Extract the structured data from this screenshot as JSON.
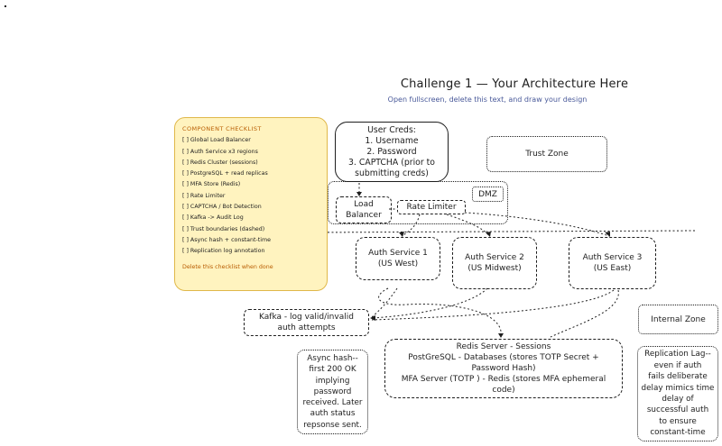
{
  "title": "Challenge 1 — Your Architecture Here",
  "subtitle": "Open fullscreen, delete this text, and draw your design",
  "checklist": {
    "title": "COMPONENT CHECKLIST",
    "items": [
      "[ ] Global Load Balancer",
      "[ ] Auth Service x3 regions",
      "[ ] Redis Cluster (sessions)",
      "[ ] PostgreSQL + read replicas",
      "[ ] MFA Store (Redis)",
      "[ ] Rate Limiter",
      "[ ] CAPTCHA / Bot Detection",
      "[ ] Kafka -> Audit Log",
      "[ ] Trust boundaries (dashed)",
      "[ ] Async hash + constant-time",
      "[ ] Replication log annotation"
    ],
    "footer": "Delete this checklist when done"
  },
  "user_creds": [
    "User Creds:",
    "1. Username",
    "2. Password",
    "3. CAPTCHA (prior to",
    "submitting creds)"
  ],
  "trust_zone": "Trust Zone",
  "dmz": "DMZ",
  "load_balancer": [
    "Load",
    "Balancer"
  ],
  "rate_limiter": "Rate Limiter",
  "auth1": [
    "Auth Service 1",
    "(US West)"
  ],
  "auth2": [
    "Auth Service 2",
    "(US Midwest)"
  ],
  "auth3": [
    "Auth Service 3",
    "(US East)"
  ],
  "kafka": [
    "Kafka - log valid/invalid",
    "auth attempts"
  ],
  "internal_zone": "Internal Zone",
  "data_stores": [
    "Redis Server - Sessions",
    "PostGreSQL - Databases (stores TOTP Secret +",
    "Password Hash)",
    "MFA Server (TOTP ) - Redis (stores MFA ephemeral",
    "code)"
  ],
  "async_note": [
    "Async hash--",
    "first 200 OK",
    "implying",
    "password",
    "received. Later",
    "auth status",
    "repsonse sent."
  ],
  "replication_note": [
    "Replication Lag--",
    "even if auth",
    "fails deliberate",
    "delay mimics time",
    "delay of",
    "successful auth",
    "to ensure",
    "constant-time"
  ]
}
